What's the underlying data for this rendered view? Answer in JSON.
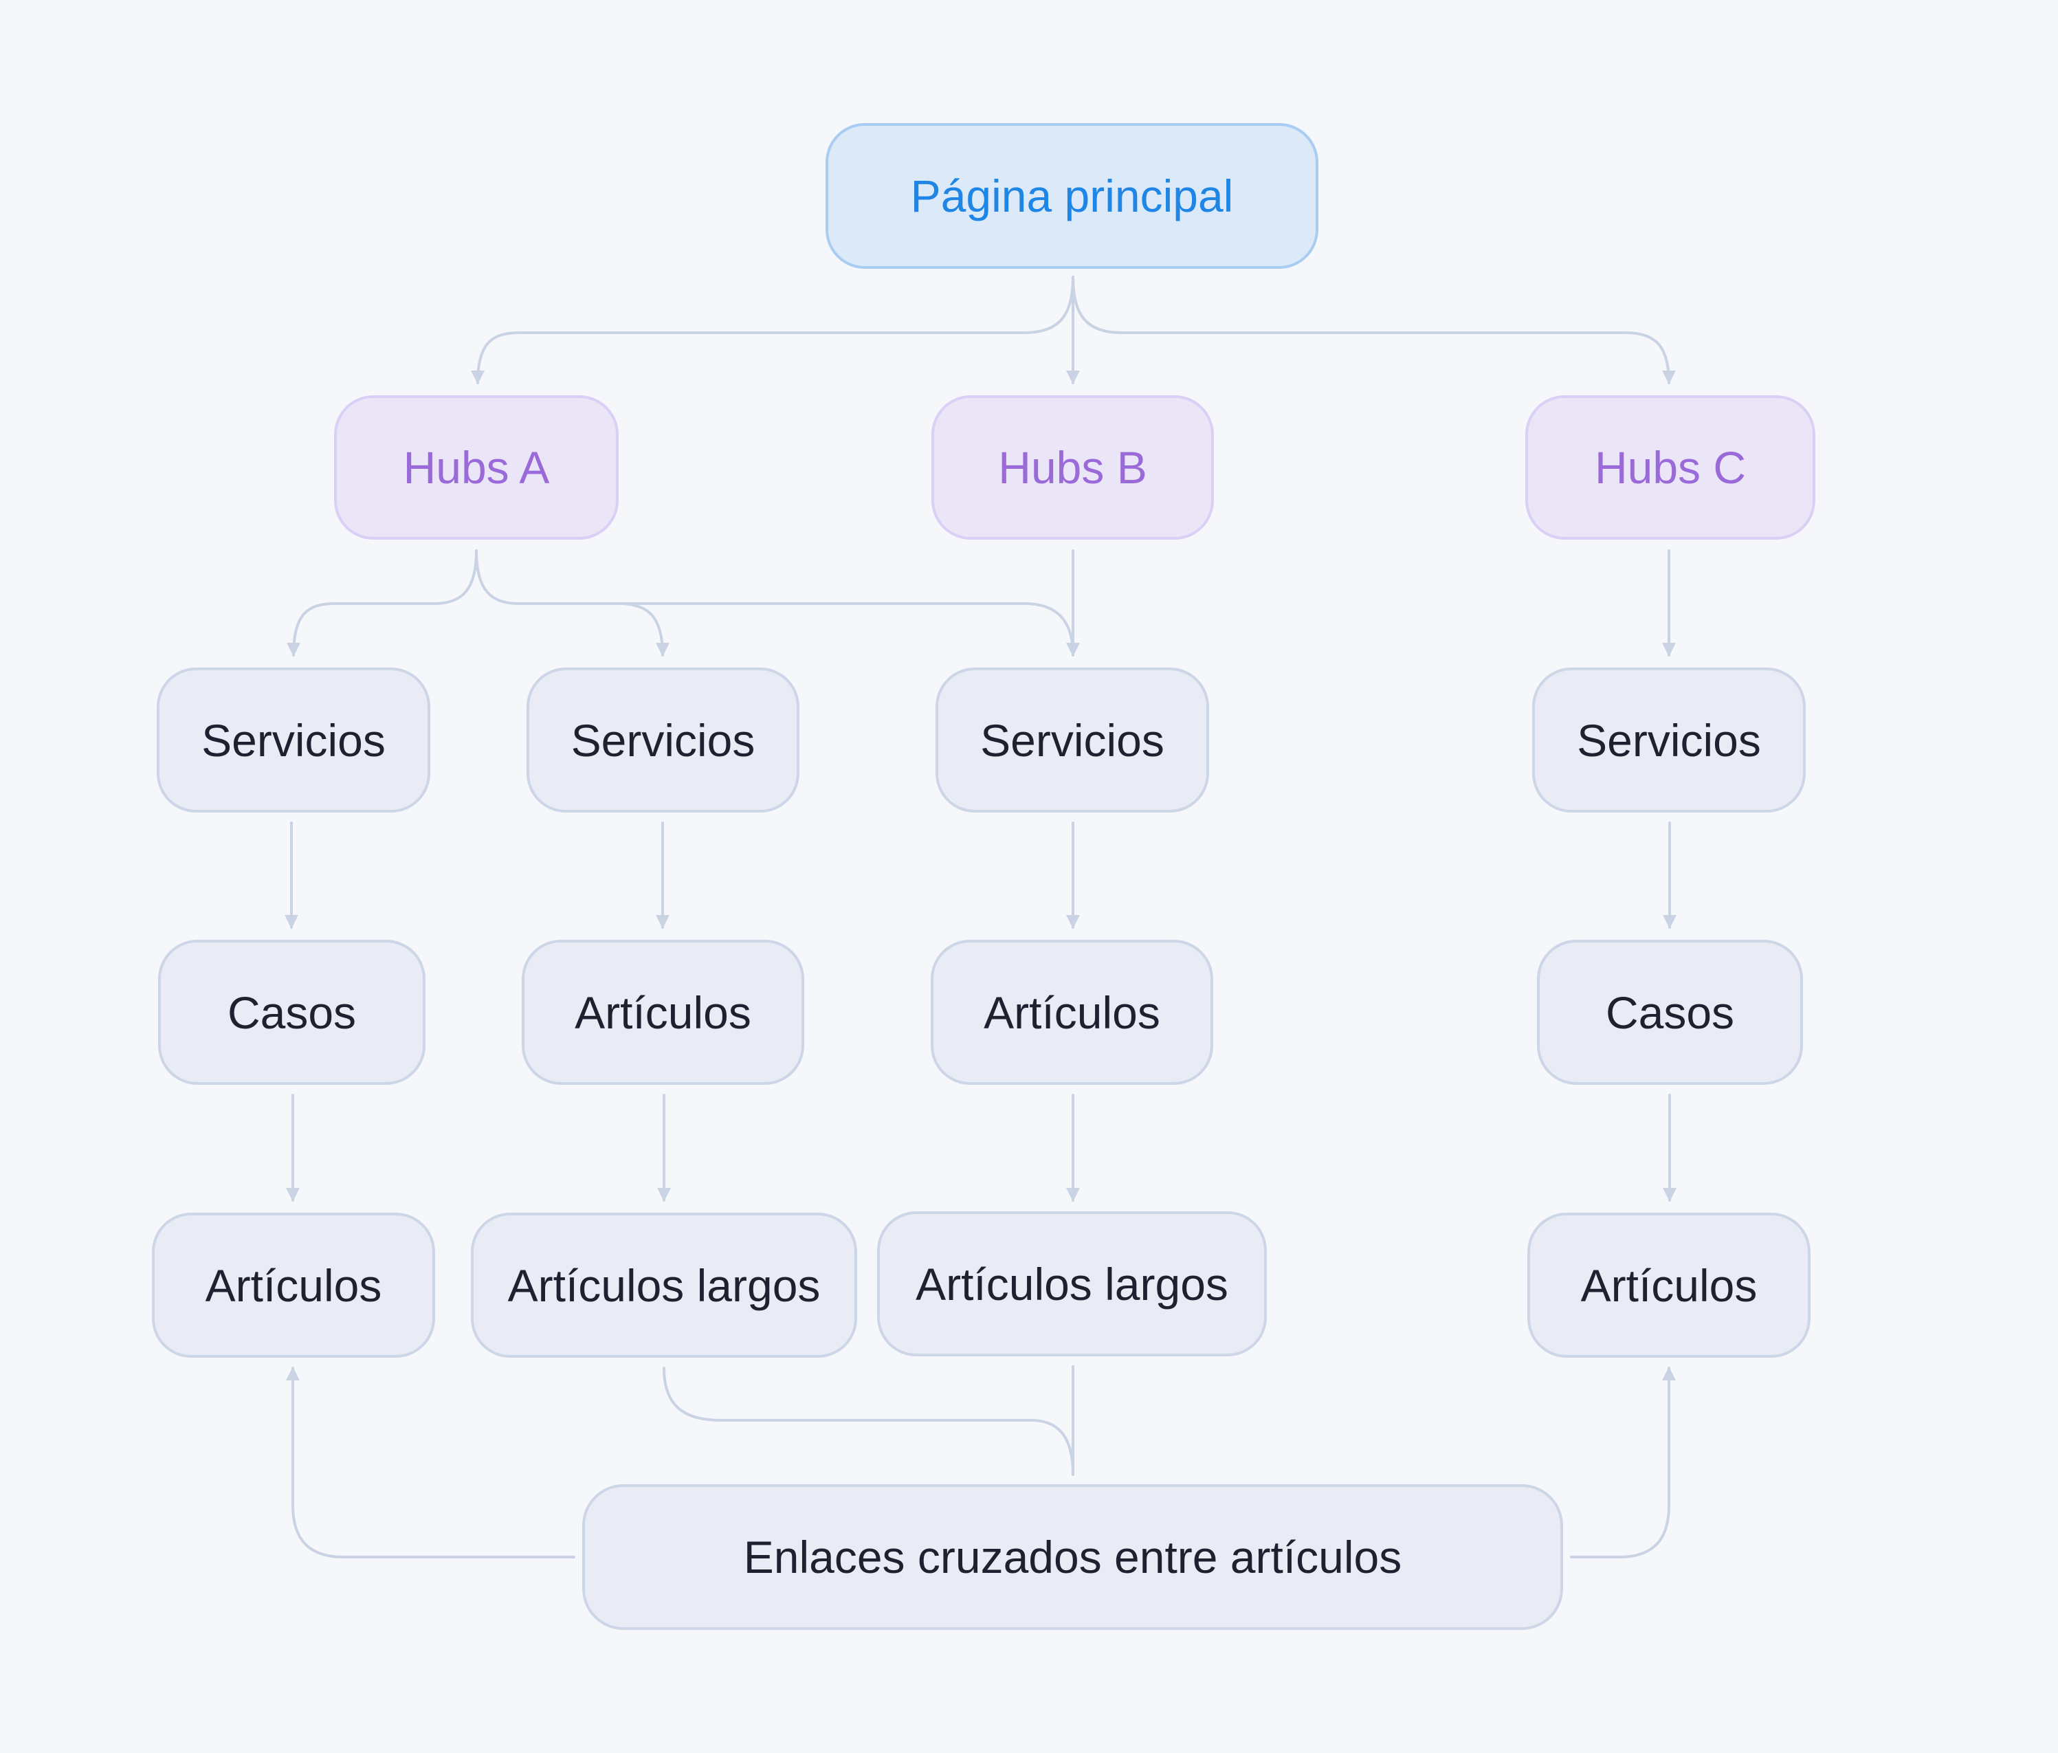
{
  "diagram": {
    "root": {
      "label": "Página principal"
    },
    "hubs": [
      {
        "label": "Hubs A"
      },
      {
        "label": "Hubs B"
      },
      {
        "label": "Hubs C"
      }
    ],
    "level_services": [
      {
        "label": "Servicios"
      },
      {
        "label": "Servicios"
      },
      {
        "label": "Servicios"
      },
      {
        "label": "Servicios"
      }
    ],
    "level_middle": [
      {
        "label": "Casos"
      },
      {
        "label": "Artículos"
      },
      {
        "label": "Artículos"
      },
      {
        "label": "Casos"
      }
    ],
    "level_bottom": [
      {
        "label": "Artículos"
      },
      {
        "label": "Artículos largos"
      },
      {
        "label": "Artículos largos"
      },
      {
        "label": "Artículos"
      }
    ],
    "cross_links": {
      "label": "Enlaces cruzados entre artículos"
    },
    "colors": {
      "background": "#f6f7fb",
      "node_fill": "#e9ecf4",
      "node_border": "#cdd6e7",
      "root_fill": "#dbe9f8",
      "root_text": "#1f86e6",
      "hub_fill": "#ebe6f7",
      "hub_text": "#9b6ad9",
      "connector": "#c9d3e4"
    }
  }
}
